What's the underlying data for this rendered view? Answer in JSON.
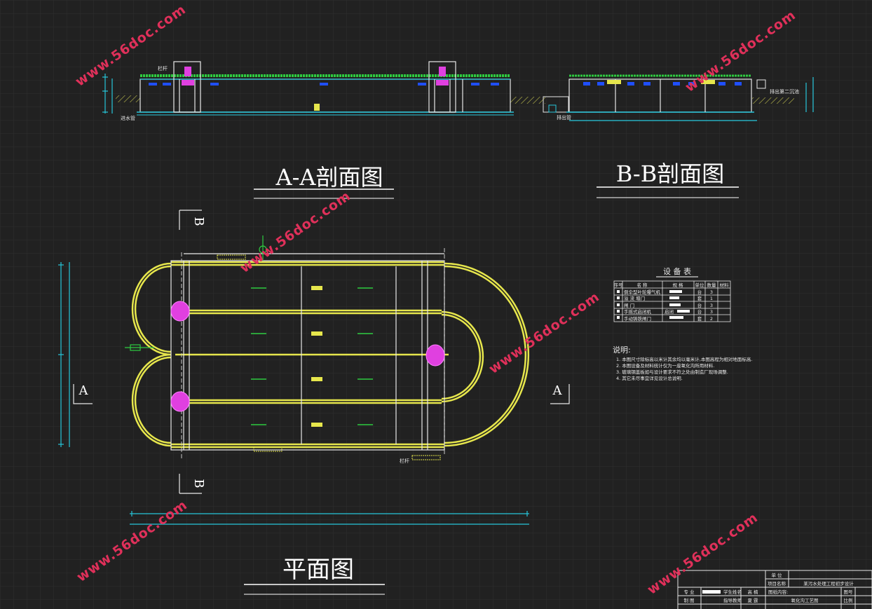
{
  "titles": {
    "section_aa": "A-A剖面图",
    "section_bb": "B-B剖面图",
    "plan": "平面图"
  },
  "section_markers": {
    "a": "A",
    "b": "B"
  },
  "aa_labels": {
    "rail": "栏杆",
    "inlet": "进水管"
  },
  "bb_labels": {
    "outlet": "排出管",
    "to_clarifier": "排出第二沉池"
  },
  "plan_labels": {
    "rail": "栏杆"
  },
  "equipment_table": {
    "title": "设 备 表",
    "headers": [
      "序号",
      "名 称",
      "规 格",
      "单位",
      "数量",
      "材料"
    ],
    "rows": [
      {
        "name": "倒伞型叶轮曝气机",
        "spec": "",
        "unit": "台",
        "qty": "3"
      },
      {
        "name": "溢 流 堰门",
        "spec": "",
        "unit": "套",
        "qty": "1"
      },
      {
        "name": "闸 门",
        "spec": "",
        "unit": "台",
        "qty": "3"
      },
      {
        "name": "手摇式启闭机",
        "spec": "启闭",
        "unit": "台",
        "qty": "3"
      },
      {
        "name": "手动铸铁闸门",
        "spec": "",
        "unit": "套",
        "qty": "2"
      }
    ]
  },
  "notes": {
    "heading": "说明:",
    "items": [
      "1. 本图尺寸除标高以米计其余均以毫米计,本图高程为相对地面标高.",
      "2. 本图设备及材料统计仅为一座氧化沟所用材料.",
      "3. 玻璃钢盖板如与设计要求不符之处由制造厂现场调整.",
      "4. 其它未尽事宜详见设计总说明."
    ]
  },
  "title_block": {
    "unit_label": "单 位",
    "project_label": "项目名称",
    "project_name": "某污水处理工程初步设计",
    "content_label": "图纸内容:",
    "drawing_name": "氧化沟工艺图",
    "major_label": "专 业",
    "drawn_label": "制 图",
    "student_label": "学生姓名",
    "student_name": "高 楠",
    "advisor_label": "指导教师",
    "advisor_name": "夏 霆",
    "sheet_no_label": "图号",
    "scale_label": "比例"
  },
  "watermark": "www.56doc.com",
  "colors": {
    "background": "#212121",
    "grid": "#2c2c2c",
    "channel": "#e6e64c",
    "dimension": "#26c6da",
    "aerator": "#e040e0",
    "railing": "#2ecc40",
    "watermark": "#e0305a",
    "text": "#ffffff"
  }
}
